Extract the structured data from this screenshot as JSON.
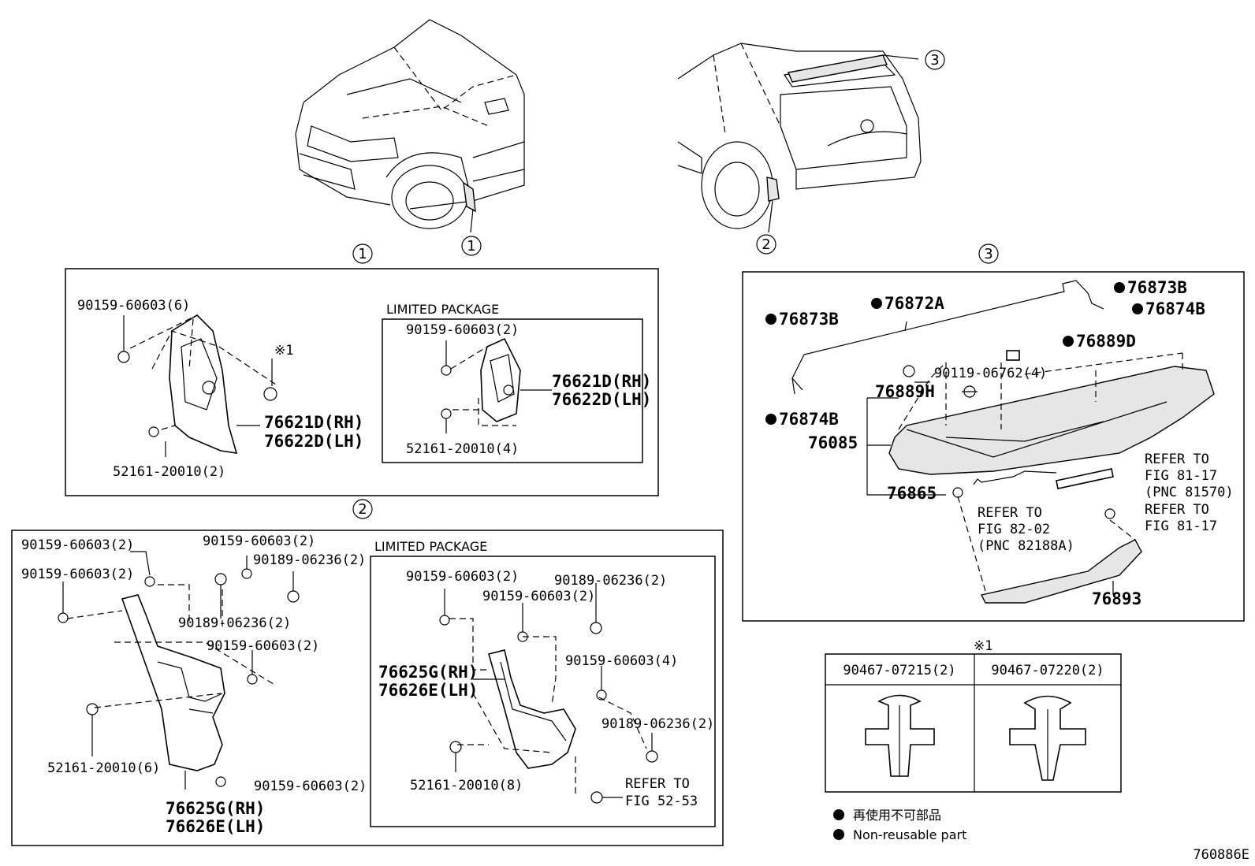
{
  "diagram_id": "760886E",
  "callouts": {
    "c1": "1",
    "c2": "2",
    "c3": "3"
  },
  "mark_ref1": "※1",
  "limited_package": "LIMITED PACKAGE",
  "section1": {
    "bolt_a": "90159-60603(6)",
    "clip": "52161-20010(2)",
    "mudguard_rh": "76621D(RH)",
    "mudguard_lh": "76622D(LH)",
    "ltd_bolt": "90159-60603(2)",
    "ltd_rh": "76621D(RH)",
    "ltd_lh": "76622D(LH)",
    "ltd_clip": "52161-20010(4)"
  },
  "section2": {
    "b1": "90159-60603(2)",
    "b2": "90159-60603(2)",
    "b3": "90159-60603(2)",
    "n1": "90189-06236(2)",
    "n2": "90189-06236(2)",
    "b4": "90159-60603(2)",
    "clip": "52161-20010(6)",
    "b5": "90159-60603(2)",
    "rh": "76625G(RH)",
    "lh": "76626E(LH)",
    "ltd_b1": "90159-60603(2)",
    "ltd_n1": "90189-06236(2)",
    "ltd_b2": "90159-60603(2)",
    "ltd_rh": "76625G(RH)",
    "ltd_lh": "76626E(LH)",
    "ltd_b3": "90159-60603(4)",
    "ltd_n2": "90189-06236(2)",
    "ltd_clip": "52161-20010(8)",
    "refer_a": "REFER TO",
    "refer_b": "FIG 52-53"
  },
  "section3": {
    "p76873b_top": "76873B",
    "p76874b_top": "76874B",
    "p76872a": "76872A",
    "p76873b_left": "76873B",
    "p76889d": "76889D",
    "screw": "90119-06762(4)",
    "p76889h": "76889H",
    "p76874b_left": "76874B",
    "p76085": "76085",
    "p76865": "76865",
    "p76893": "76893",
    "ref1_a": "REFER TO",
    "ref1_b": "FIG 81-17",
    "ref1_c": "(PNC 81570)",
    "ref2_a": "REFER TO",
    "ref2_b": "FIG 81-17",
    "ref3_a": "REFER TO",
    "ref3_b": "FIG 82-02",
    "ref3_c": "(PNC 82188A)"
  },
  "clip_table": {
    "mark": "※1",
    "col1": "90467-07215(2)",
    "col2": "90467-07220(2)"
  },
  "legend": {
    "jp": "再使用不可部品",
    "en": "Non-reusable part"
  }
}
